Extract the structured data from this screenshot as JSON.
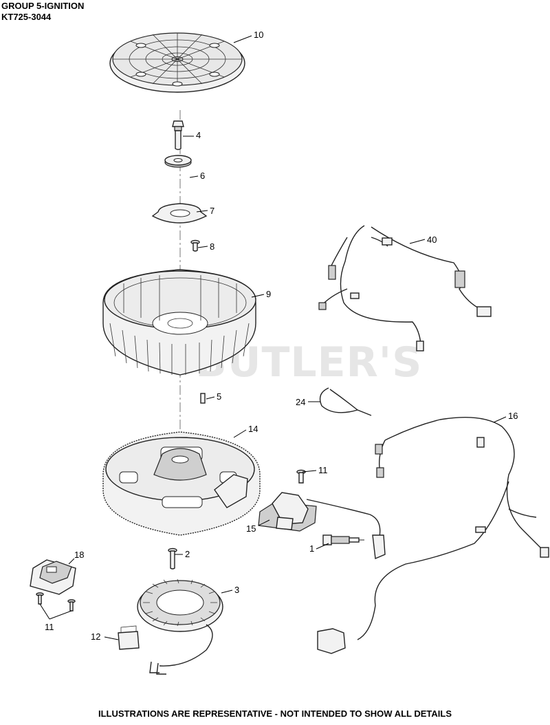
{
  "header": {
    "group_title": "GROUP 5-IGNITION",
    "model": "KT725-3044"
  },
  "watermark": "BUTLER'S",
  "footer": "ILLUSTRATIONS ARE REPRESENTATIVE - NOT INTENDED TO SHOW ALL DETAILS",
  "callouts": [
    "10",
    "4",
    "6",
    "7",
    "8",
    "9",
    "40",
    "5",
    "24",
    "14",
    "16",
    "11",
    "15",
    "1",
    "2",
    "18",
    "3",
    "11",
    "12"
  ]
}
